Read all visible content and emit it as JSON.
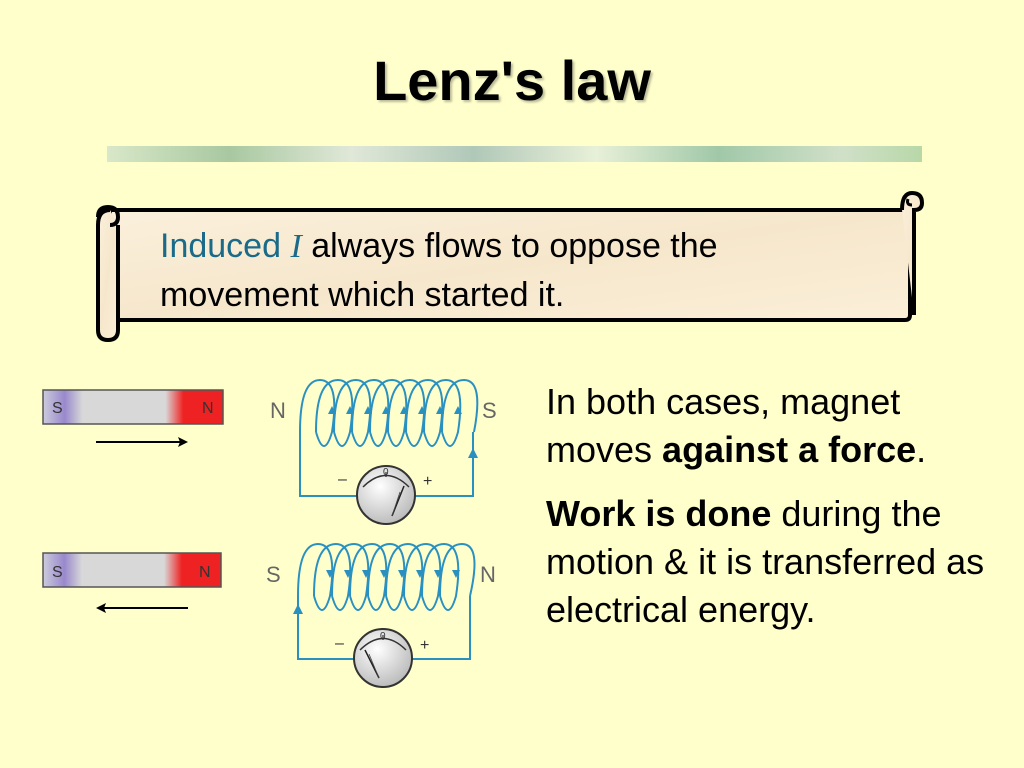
{
  "title": "Lenz's law",
  "scroll": {
    "word_induced": "Induced",
    "symbol_i": "I",
    "rest_line1": "always flows to oppose the",
    "line2": "movement which started it."
  },
  "diagram_top": {
    "magnet_s": "S",
    "magnet_n": "N",
    "coil_left_pole": "N",
    "coil_right_pole": "S",
    "meter_minus": "–",
    "meter_zero": "0",
    "meter_plus": "+",
    "motion": "right"
  },
  "diagram_bottom": {
    "magnet_s": "S",
    "magnet_n": "N",
    "coil_left_pole": "S",
    "coil_right_pole": "N",
    "meter_minus": "–",
    "meter_zero": "0",
    "meter_plus": "+",
    "motion": "left"
  },
  "text": {
    "p1_pre": "In both cases, magnet moves ",
    "p1_bold": "against a force",
    "p1_post": ".",
    "p2_bold": "Work is done",
    "p2_post": " during the motion & it is transferred as electrical energy."
  },
  "colors": {
    "background": "#ffffcc",
    "circuit": "#2a90c0",
    "magnet_red": "#ee2222",
    "magnet_purple": "#9988cc",
    "accent_text": "#1a6a8a"
  }
}
